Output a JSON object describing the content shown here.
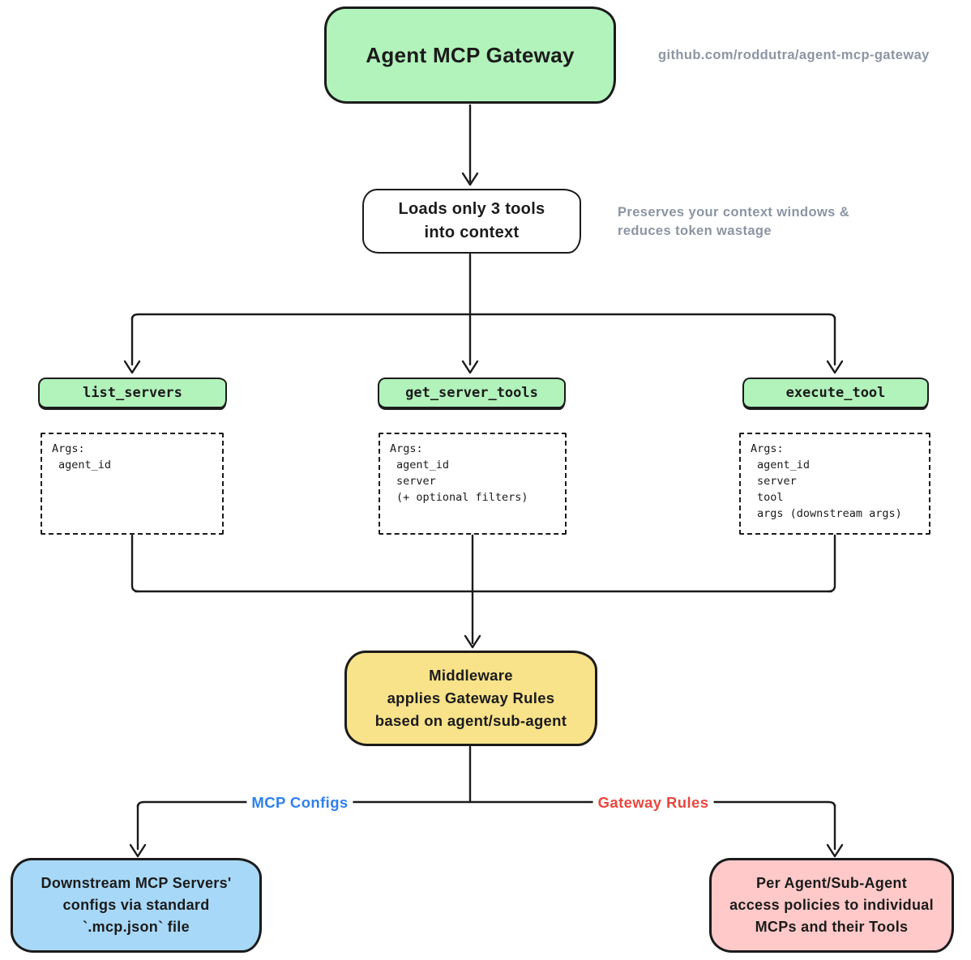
{
  "header": {
    "title": "Agent MCP Gateway",
    "repo_note": "github.com/roddutra/agent-mcp-gateway"
  },
  "context_node": {
    "label": "Loads only 3 tools\ninto context",
    "note": "Preserves your context windows &\nreduces token wastage"
  },
  "tools": [
    {
      "name": "list_servers",
      "args_label": "Args:",
      "args": [
        "agent_id"
      ]
    },
    {
      "name": "get_server_tools",
      "args_label": "Args:",
      "args": [
        "agent_id",
        "server",
        "(+ optional filters)"
      ]
    },
    {
      "name": "execute_tool",
      "args_label": "Args:",
      "args": [
        "agent_id",
        "server",
        "tool",
        "args (downstream args)"
      ]
    }
  ],
  "middleware": {
    "label": "Middleware\napplies Gateway Rules\nbased on agent/sub-agent"
  },
  "edges": {
    "left_label": "MCP Configs",
    "right_label": "Gateway Rules"
  },
  "outputs": {
    "mcp_configs": {
      "label": "Downstream MCP Servers'\nconfigs via standard\n`.mcp.json` file"
    },
    "gateway_rules": {
      "label": "Per Agent/Sub-Agent\naccess policies to individual\nMCPs and their Tools"
    }
  },
  "colors": {
    "node_green": "#b2f2bb",
    "node_yellow": "#f8e28a",
    "node_blue": "#a7d8f7",
    "node_pink": "#ffc9c9",
    "stroke": "#1b1b1b",
    "annotation_gray": "#8b95a3",
    "edge_label_blue": "#2f80ed",
    "edge_label_red": "#e8483f"
  }
}
